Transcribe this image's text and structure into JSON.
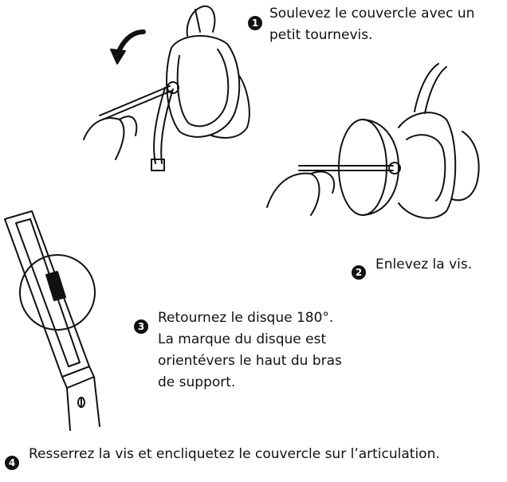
{
  "steps": [
    {
      "number": "1",
      "lines": [
        "Soulevez le couvercle avec un",
        "petit tournevis."
      ]
    },
    {
      "number": "2",
      "lines": [
        "Enlevez la vis."
      ]
    },
    {
      "number": "3",
      "lines": [
        "Retournez le disque 180°.",
        "La marque du disque est",
        "orientévers le haut du bras",
        "de support."
      ]
    },
    {
      "number": "4",
      "lines": [
        "Resserrez la vis et encliquetez le couvercle sur l’articulation."
      ]
    }
  ]
}
